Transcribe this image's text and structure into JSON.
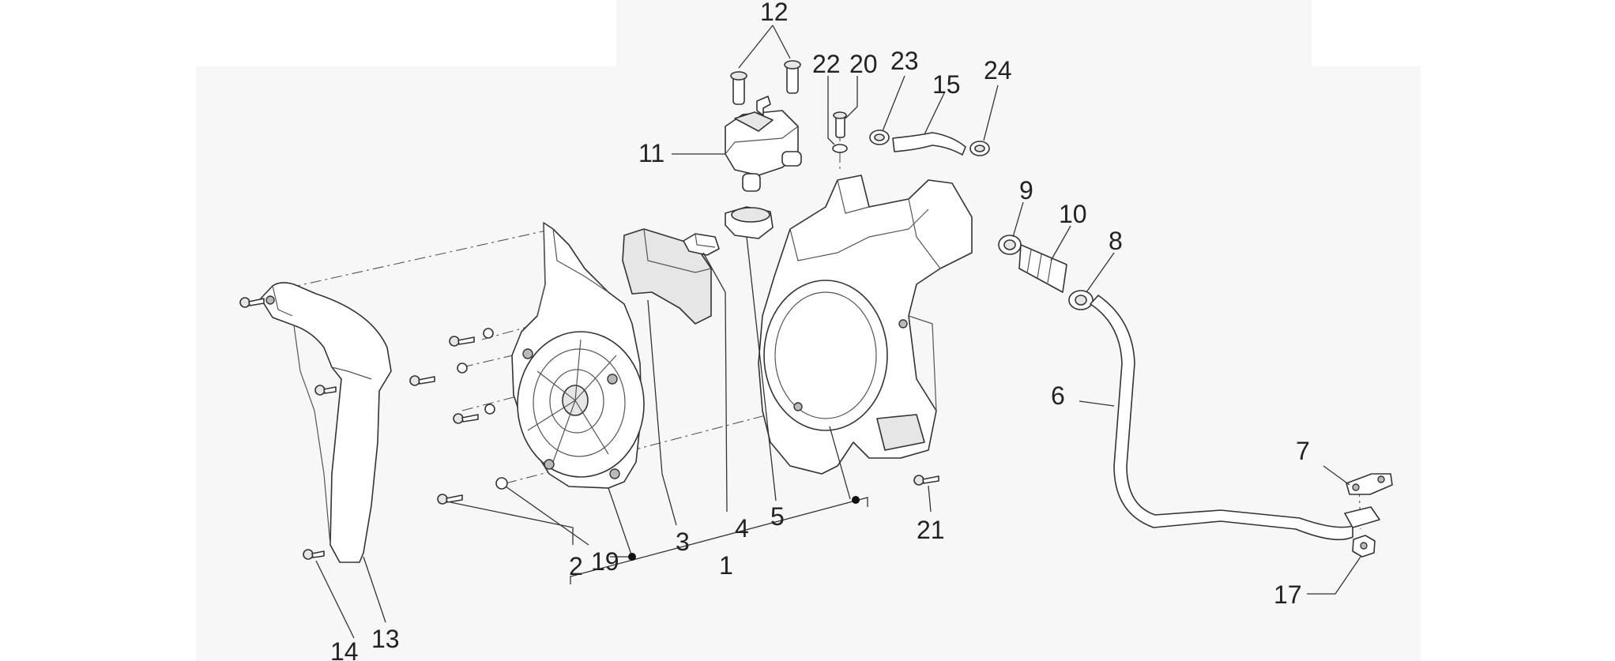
{
  "colors": {
    "background": "#ffffff",
    "panel": "#f7f7f7",
    "line": "#333333",
    "part_fill": "#ffffff",
    "shade": "#e6e6e6"
  },
  "callouts": [
    {
      "id": "c1",
      "label": "1"
    },
    {
      "id": "c2",
      "label": "2"
    },
    {
      "id": "c3",
      "label": "3"
    },
    {
      "id": "c4",
      "label": "4"
    },
    {
      "id": "c5",
      "label": "5"
    },
    {
      "id": "c6",
      "label": "6"
    },
    {
      "id": "c7",
      "label": "7"
    },
    {
      "id": "c8",
      "label": "8"
    },
    {
      "id": "c9",
      "label": "9"
    },
    {
      "id": "c10",
      "label": "10"
    },
    {
      "id": "c11",
      "label": "11"
    },
    {
      "id": "c12",
      "label": "12"
    },
    {
      "id": "c13",
      "label": "13"
    },
    {
      "id": "c14",
      "label": "14"
    },
    {
      "id": "c15",
      "label": "15"
    },
    {
      "id": "c17",
      "label": "17"
    },
    {
      "id": "c19",
      "label": "19"
    },
    {
      "id": "c20",
      "label": "20"
    },
    {
      "id": "c21",
      "label": "21"
    },
    {
      "id": "c22",
      "label": "22"
    },
    {
      "id": "c23",
      "label": "23"
    },
    {
      "id": "c24",
      "label": "24"
    }
  ]
}
